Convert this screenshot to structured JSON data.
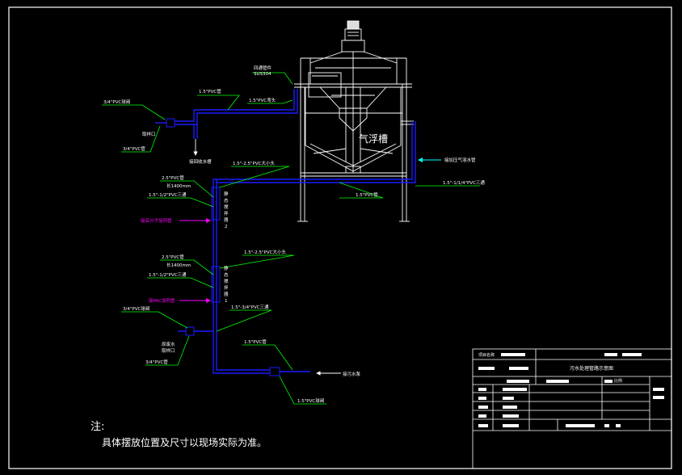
{
  "labels": {
    "fitting_top": "四通管件",
    "fitting_top_sub": "SUS304",
    "pipe_top": "1.5\"PVC管",
    "pipe_to_float": "1.5\"PVC弯头",
    "valve_upper": "3/4\"PVC球阀",
    "sampling_port_upper": "取样口",
    "pipe_34_upper": "3/4\"PVC管",
    "to_collection": "接回收水槽",
    "reducer_upper": "1.5\"-2.5\"PVC大小头",
    "pipe_25_upper": "2.5\"PVC管",
    "length_upper": "长1400mm",
    "tee_upper": "1.5\"-1/2\"PVC三通",
    "mixer_2": [
      "静",
      "态",
      "搅",
      "拌",
      "器",
      "2"
    ],
    "polymer_dosing": "接高分子加药管",
    "float_tank": "气浮槽",
    "pressurized_water": "接加压气溶水管",
    "tee_right": "1.5\"-1/1/4\"PVC三通",
    "pipe_bottom_mid": "1.5\"PVC管",
    "reducer_lower": "1.5\"-2.5\"PVC大小头",
    "pipe_25_lower": "2.5\"PVC管",
    "length_lower": "长1400mm",
    "tee_lower": "1.5\"-1/2\"PVC三通",
    "mixer_1": [
      "静",
      "态",
      "搅",
      "拌",
      "器",
      "1"
    ],
    "pac_dosing": "接PAC加药管",
    "tee_34": "1.5\"-3/4\"PVC三通",
    "valve_lower": "3/4\"PVC球阀",
    "sampling_port_lower_1": "原废水",
    "sampling_port_lower_2": "取样口",
    "pipe_34_lower": "3/4\"PVC管",
    "pipe_15_lower": "1.5\"PVC管",
    "inlet": "接污水泵",
    "valve_inlet": "1.5\"PVC球阀"
  },
  "notes": {
    "title": "注:",
    "body": "具体摆放位置及尺寸以现场实际为准。"
  },
  "title_block": {
    "project_label": "项目名称",
    "drawing_title": "污水处理管路示意图",
    "scale_label": "比例"
  },
  "colors": {
    "background": "#000000",
    "frame": "#ffffff",
    "leader": "#00ff00",
    "pipe": "#1a1aff",
    "dosing_arrow": "#ff00ff",
    "pressurized_arrow": "#00ffff"
  }
}
